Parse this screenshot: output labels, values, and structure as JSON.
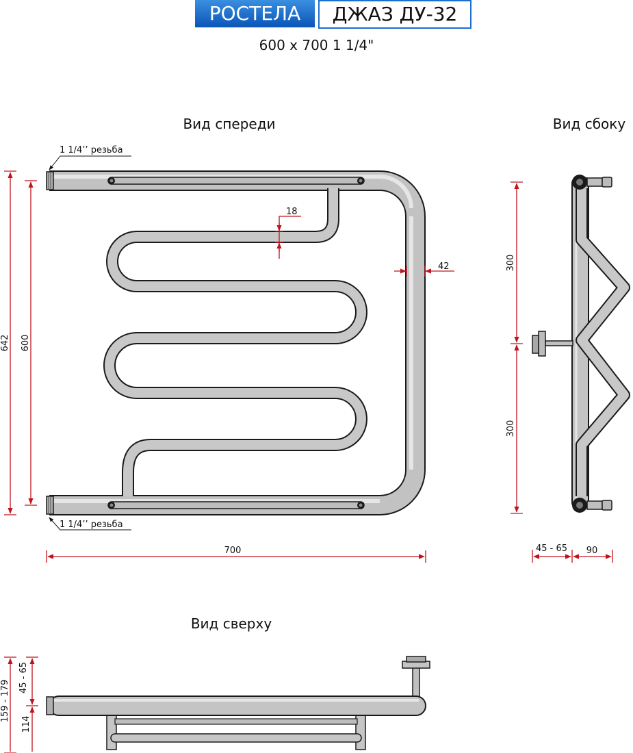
{
  "header": {
    "brand": "РОСТЕЛА",
    "model": "ДЖАЗ ДУ-32",
    "size": "600 x 700 1 1/4\""
  },
  "views": {
    "front": "Вид спереди",
    "side": "Вид сбоку",
    "top": "Вид сверху"
  },
  "labels": {
    "thread_top": "1 1/4’’ резьба",
    "thread_bottom": "1 1/4’’ резьба"
  },
  "dimensions": {
    "overall_height": "642",
    "axis_height": "600",
    "width": "700",
    "gap": "18",
    "pipe": "42",
    "side_upper": "300",
    "side_lower": "300",
    "wall_offset": "45 - 65",
    "depth": "90",
    "top_overall": "159 - 179",
    "top_offset": "45 - 65",
    "top_depth": "114"
  },
  "colors": {
    "dimension": "#c0141c",
    "brand": "#0a55b8",
    "pipe_outline": "#1a1a1a"
  }
}
